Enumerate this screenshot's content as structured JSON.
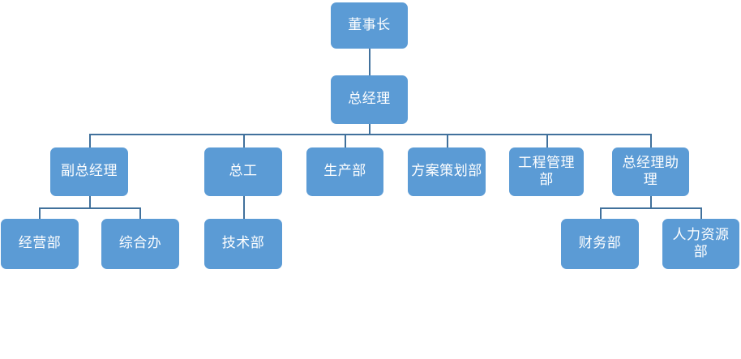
{
  "chart_data": {
    "type": "diagram",
    "subtype": "organization-chart",
    "title": "",
    "orientation": "top-down",
    "node_fill_color": "#5B9BD5",
    "node_text_color": "#FFFFFF",
    "connector_color": "#41719C",
    "background_color": "#FFFFFF",
    "levels": 4,
    "nodes": [
      {
        "id": "chairman",
        "label": "董事长",
        "level": 0,
        "parent": null
      },
      {
        "id": "general-manager",
        "label": "总经理",
        "level": 1,
        "parent": "chairman"
      },
      {
        "id": "deputy-gm",
        "label": "副总经理",
        "level": 2,
        "parent": "general-manager"
      },
      {
        "id": "chief-engineer",
        "label": "总工",
        "level": 2,
        "parent": "general-manager"
      },
      {
        "id": "production",
        "label": "生产部",
        "level": 2,
        "parent": "general-manager"
      },
      {
        "id": "planning",
        "label": "方案策划部",
        "level": 2,
        "parent": "general-manager"
      },
      {
        "id": "eng-management",
        "label": "工程管理部",
        "level": 2,
        "parent": "general-manager"
      },
      {
        "id": "gm-assistant",
        "label": "总经理助理",
        "level": 2,
        "parent": "general-manager"
      },
      {
        "id": "operations",
        "label": "经营部",
        "level": 3,
        "parent": "deputy-gm"
      },
      {
        "id": "general-office",
        "label": "综合办",
        "level": 3,
        "parent": "deputy-gm"
      },
      {
        "id": "technology",
        "label": "技术部",
        "level": 3,
        "parent": "chief-engineer"
      },
      {
        "id": "finance",
        "label": "财务部",
        "level": 3,
        "parent": "gm-assistant"
      },
      {
        "id": "human-resources",
        "label": "人力资源部",
        "level": 3,
        "parent": "gm-assistant"
      }
    ],
    "edges": [
      {
        "from": "chairman",
        "to": "general-manager"
      },
      {
        "from": "general-manager",
        "to": "deputy-gm"
      },
      {
        "from": "general-manager",
        "to": "chief-engineer"
      },
      {
        "from": "general-manager",
        "to": "production"
      },
      {
        "from": "general-manager",
        "to": "planning"
      },
      {
        "from": "general-manager",
        "to": "eng-management"
      },
      {
        "from": "general-manager",
        "to": "gm-assistant"
      },
      {
        "from": "deputy-gm",
        "to": "operations"
      },
      {
        "from": "deputy-gm",
        "to": "general-office"
      },
      {
        "from": "chief-engineer",
        "to": "technology"
      },
      {
        "from": "gm-assistant",
        "to": "finance"
      },
      {
        "from": "gm-assistant",
        "to": "human-resources"
      }
    ]
  }
}
